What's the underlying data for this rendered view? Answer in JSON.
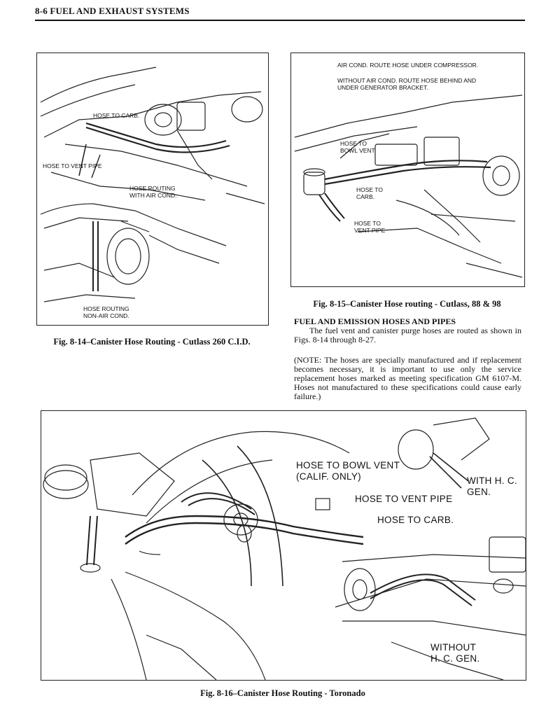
{
  "header": {
    "title": "8-6  FUEL AND EXHAUST SYSTEMS"
  },
  "fig14": {
    "labels": {
      "hose_to_carb": "HOSE TO CARB.",
      "hose_to_vent_pipe": "HOSE TO VENT PIPE",
      "hose_routing_ac": "HOSE ROUTING\nWITH AIR COND.",
      "hose_routing_non_ac": "HOSE ROUTING\nNON-AIR COND."
    },
    "caption": "Fig. 8-14–Canister Hose Routing - Cutlass 260 C.I.D."
  },
  "fig15": {
    "labels": {
      "ac_note": "AIR COND. ROUTE HOSE UNDER COMPRESSOR.",
      "no_ac_note": "WITHOUT AIR COND. ROUTE HOSE BEHIND AND\nUNDER GENERATOR BRACKET.",
      "hose_to_bowl_vent": "HOSE TO\nBOWL VENT",
      "hose_to_carb": "HOSE TO\nCARB.",
      "hose_to_vent_pipe": "HOSE TO\nVENT PIPE"
    },
    "caption": "Fig. 8-15–Canister Hose routing - Cutlass, 88 & 98"
  },
  "section": {
    "heading": "FUEL AND EMISSION HOSES AND PIPES",
    "paragraph": "The fuel vent and canister purge hoses are routed as shown in Figs. 8-14 through 8-27.",
    "note": "(NOTE: The hoses are specially manufactured and if replacement becomes necessary, it is important to use only the service replacement hoses marked as meeting specification GM 6107-M. Hoses not manufactured to these specifications could cause early failure.)"
  },
  "fig16": {
    "labels": {
      "hose_to_bowl_vent": "HOSE TO BOWL VENT\n(CALIF. ONLY)",
      "hose_to_vent_pipe": "HOSE TO VENT PIPE",
      "hose_to_carb": "HOSE TO CARB.",
      "with_hc_gen": "WITH H. C.\nGEN.",
      "without_hc_gen": "WITHOUT\nH. C. GEN."
    },
    "caption": "Fig. 8-16–Canister Hose Routing - Toronado"
  }
}
